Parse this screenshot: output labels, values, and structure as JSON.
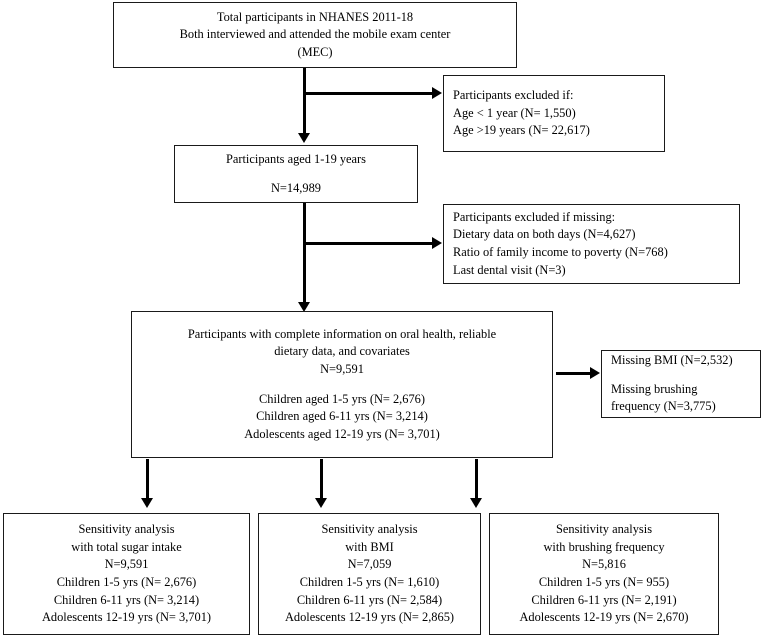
{
  "figure": {
    "type": "flowchart",
    "title": "NHANES 2011-18 participant selection flow diagram"
  },
  "nodes": {
    "total_participants": {
      "name": "total-participants-box",
      "lines": [
        "Total participants in NHANES 2011-18",
        "Both interviewed and attended the mobile exam center",
        "(MEC)"
      ]
    },
    "excluded_age": {
      "name": "excluded-by-age-box",
      "lines": [
        "Participants excluded if:",
        "Age < 1 year (N= 1,550)",
        "Age >19 years (N= 22,617)"
      ]
    },
    "aged_1_19": {
      "name": "participants-aged-1-19-box",
      "lines": [
        "Participants aged 1-19 years",
        "N=14,989"
      ]
    },
    "excluded_missing": {
      "name": "excluded-missing-data-box",
      "lines": [
        "Participants excluded if missing:",
        "Dietary data on both days (N=4,627)",
        "Ratio of family income to poverty (N=768)",
        "Last dental visit (N=3)"
      ]
    },
    "complete_info": {
      "name": "complete-information-box",
      "lines": [
        "Participants with complete information on oral health, reliable",
        "dietary data, and covariates",
        "N=9,591"
      ],
      "subgroups": [
        "Children aged 1-5 yrs (N= 2,676)",
        "Children aged 6-11 yrs (N= 3,214)",
        "Adolescents aged 12-19 yrs (N= 3,701)"
      ]
    },
    "missing_bmi_brushing": {
      "name": "missing-bmi-and-brushing-box",
      "lines": [
        "Missing BMI (N=2,532)",
        "Missing brushing",
        "frequency (N=3,775)"
      ]
    },
    "sensitivity_sugar": {
      "name": "sensitivity-total-sugar-box",
      "lines": [
        "Sensitivity analysis",
        "with total sugar intake",
        "N=9,591",
        "Children 1-5 yrs (N= 2,676)",
        "Children 6-11 yrs (N= 3,214)",
        "Adolescents 12-19 yrs (N= 3,701)"
      ]
    },
    "sensitivity_bmi": {
      "name": "sensitivity-bmi-box",
      "lines": [
        "Sensitivity analysis",
        "with BMI",
        "N=7,059",
        "Children 1-5 yrs (N= 1,610)",
        "Children 6-11 yrs (N= 2,584)",
        "Adolescents 12-19 yrs (N= 2,865)"
      ]
    },
    "sensitivity_brushing": {
      "name": "sensitivity-brushing-frequency-box",
      "lines": [
        "Sensitivity analysis",
        "with brushing frequency",
        "N=5,816",
        "Children 1-5 yrs (N= 955)",
        "Children 6-11 yrs (N= 2,191)",
        "Adolescents 12-19 yrs (N= 2,670)"
      ]
    }
  },
  "colors": {
    "stroke": "#1a1a1a",
    "arrow": "#000000",
    "background": "#ffffff"
  }
}
